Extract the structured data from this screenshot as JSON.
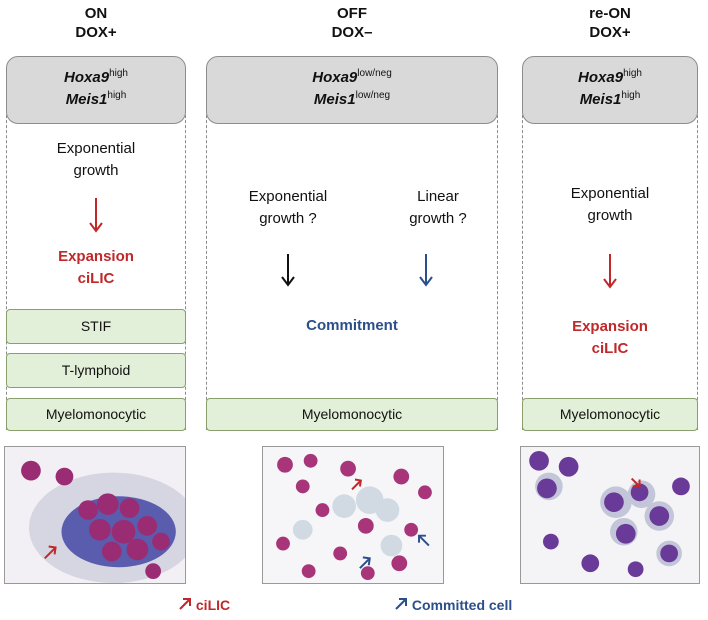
{
  "columns": [
    {
      "state": "ON",
      "dox": "DOX+",
      "gene1": "Hoxa9",
      "gene1_level": "high",
      "gene2": "Meis1",
      "gene2_level": "high",
      "growth_line1": "Exponential",
      "growth_line2": "growth",
      "result_line1": "Expansion",
      "result_line2": "ciLIC",
      "boxes": [
        "STIF",
        "T-lymphoid",
        "Myelomonocytic"
      ]
    },
    {
      "state": "OFF",
      "dox": "DOX–",
      "gene1": "Hoxa9",
      "gene1_level": "low/neg",
      "gene2": "Meis1",
      "gene2_level": "low/neg",
      "left_growth_line1": "Exponential",
      "left_growth_line2": "growth ?",
      "right_growth_line1": "Linear",
      "right_growth_line2": "growth ?",
      "result": "Commitment",
      "boxes": [
        "Myelomonocytic"
      ]
    },
    {
      "state": "re-ON",
      "dox": "DOX+",
      "gene1": "Hoxa9",
      "gene1_level": "high",
      "gene2": "Meis1",
      "gene2_level": "high",
      "growth_line1": "Exponential",
      "growth_line2": "growth",
      "result_line1": "Expansion",
      "result_line2": "ciLIC",
      "boxes": [
        "Myelomonocytic"
      ]
    }
  ],
  "legend": {
    "cilic": "ciLIC",
    "committed": "Committed cell"
  },
  "colors": {
    "red": "#c0282a",
    "blue": "#2b4f8a",
    "green_fill": "#e2efd9",
    "gray_fill": "#d9d9d9"
  },
  "icons": [
    "red-arrow-icon",
    "blue-arrow-icon"
  ]
}
